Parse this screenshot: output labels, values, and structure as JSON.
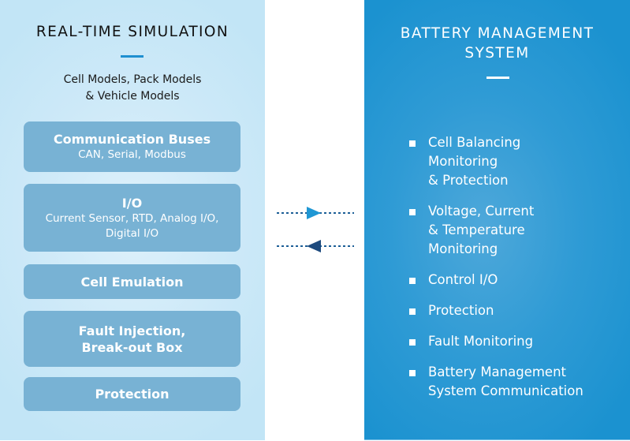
{
  "left_panel": {
    "title": "REAL-TIME SIMULATION",
    "subtitle_lines": [
      "Cell Models, Pack Models",
      "& Vehicle Models"
    ],
    "boxes": [
      {
        "title": "Communication Buses",
        "sub_lines": [
          "CAN, Serial, Modbus"
        ]
      },
      {
        "title": "I/O",
        "sub_lines": [
          "Current Sensor, RTD, Analog I/O,",
          "Digital I/O"
        ]
      },
      {
        "title": "Cell Emulation",
        "sub_lines": []
      },
      {
        "title_lines": [
          "Fault Injection,",
          "Break-out Box"
        ]
      },
      {
        "title": "Protection",
        "sub_lines": []
      }
    ]
  },
  "connectors": [
    {
      "direction": "right",
      "label": "arrow-to-bms",
      "color": "#1f97d4"
    },
    {
      "direction": "left",
      "label": "arrow-to-simulation",
      "color": "#1d4a7e"
    }
  ],
  "right_panel": {
    "title_lines": [
      "BATTERY MANAGEMENT",
      "SYSTEM"
    ],
    "items": [
      {
        "lines": [
          "Cell Balancing",
          "Monitoring",
          "& Protection"
        ]
      },
      {
        "lines": [
          "Voltage, Current",
          "& Temperature",
          "Monitoring"
        ]
      },
      {
        "lines": [
          "Control I/O"
        ]
      },
      {
        "lines": [
          "Protection"
        ]
      },
      {
        "lines": [
          "Fault Monitoring"
        ]
      },
      {
        "lines": [
          "Battery Management",
          "System Communication"
        ]
      }
    ]
  },
  "colors": {
    "left_bg": "#c5e6f7",
    "right_bg": "#1d94d2",
    "box_fill": "#78b2d4",
    "accent_rule": "#1e8fd0"
  }
}
